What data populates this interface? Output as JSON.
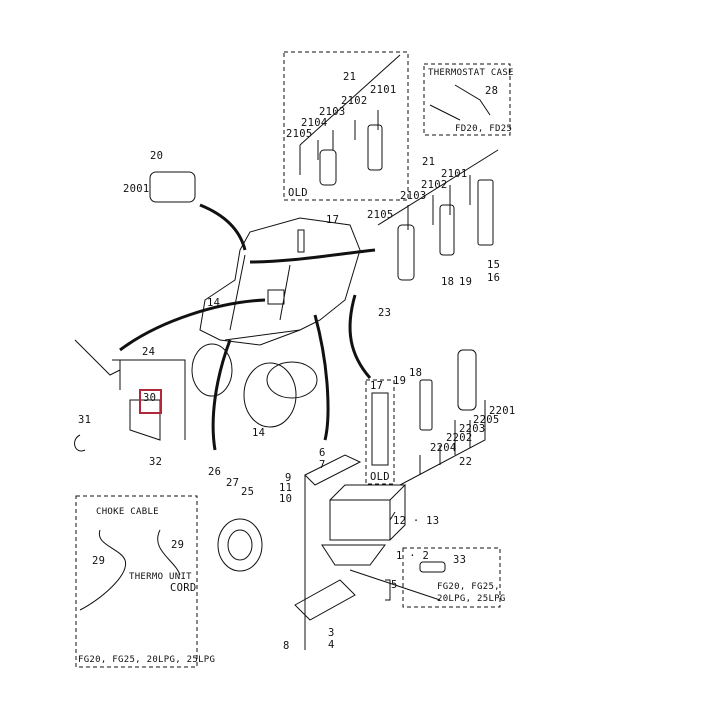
{
  "title": "Electrical parts exploded diagram",
  "highlight": {
    "part": "30",
    "color": "#b0283a"
  },
  "labels": [
    {
      "id": "20",
      "text": "20"
    },
    {
      "id": "2001",
      "text": "2001"
    },
    {
      "id": "21-old",
      "text": "21"
    },
    {
      "id": "2101-old",
      "text": "2101"
    },
    {
      "id": "2102-old",
      "text": "2102"
    },
    {
      "id": "2103-old",
      "text": "2103"
    },
    {
      "id": "2104-old",
      "text": "2104"
    },
    {
      "id": "2105-old",
      "text": "2105"
    },
    {
      "id": "old-lamp",
      "text": "OLD"
    },
    {
      "id": "thermostat-case",
      "text": "THERMOSTAT CASE"
    },
    {
      "id": "28",
      "text": "28"
    },
    {
      "id": "fd",
      "text": "FD20, FD25"
    },
    {
      "id": "21",
      "text": "21"
    },
    {
      "id": "2101",
      "text": "2101"
    },
    {
      "id": "2102",
      "text": "2102"
    },
    {
      "id": "2103",
      "text": "2103"
    },
    {
      "id": "2105",
      "text": "2105"
    },
    {
      "id": "15",
      "text": "15"
    },
    {
      "id": "16",
      "text": "16"
    },
    {
      "id": "18a",
      "text": "18"
    },
    {
      "id": "19a",
      "text": "19"
    },
    {
      "id": "17a",
      "text": "17"
    },
    {
      "id": "14a",
      "text": "14"
    },
    {
      "id": "23",
      "text": "23"
    },
    {
      "id": "14b",
      "text": "14"
    },
    {
      "id": "24",
      "text": "24"
    },
    {
      "id": "30",
      "text": "30"
    },
    {
      "id": "31",
      "text": "31"
    },
    {
      "id": "32",
      "text": "32"
    },
    {
      "id": "17b",
      "text": "17"
    },
    {
      "id": "old-17",
      "text": "OLD"
    },
    {
      "id": "19b",
      "text": "19"
    },
    {
      "id": "18b",
      "text": "18"
    },
    {
      "id": "2201",
      "text": "2201"
    },
    {
      "id": "2205",
      "text": "2205"
    },
    {
      "id": "2203",
      "text": "2203"
    },
    {
      "id": "2202",
      "text": "2202"
    },
    {
      "id": "2204",
      "text": "2204"
    },
    {
      "id": "22",
      "text": "22"
    },
    {
      "id": "26",
      "text": "26"
    },
    {
      "id": "27",
      "text": "27"
    },
    {
      "id": "25",
      "text": "25"
    },
    {
      "id": "6",
      "text": "6"
    },
    {
      "id": "7",
      "text": "7"
    },
    {
      "id": "9",
      "text": "9"
    },
    {
      "id": "11",
      "text": "11"
    },
    {
      "id": "10",
      "text": "10"
    },
    {
      "id": "12-13",
      "text": "12 · 13"
    },
    {
      "id": "1-2",
      "text": "1 · 2"
    },
    {
      "id": "33",
      "text": "33"
    },
    {
      "id": "fg-a",
      "text": "FG20, FG25,"
    },
    {
      "id": "fg-b",
      "text": "20LPG, 25LPG"
    },
    {
      "id": "5",
      "text": "5"
    },
    {
      "id": "3",
      "text": "3"
    },
    {
      "id": "4",
      "text": "4"
    },
    {
      "id": "8",
      "text": "8"
    },
    {
      "id": "choke-cable",
      "text": "CHOKE CABLE"
    },
    {
      "id": "29a",
      "text": "29"
    },
    {
      "id": "29b",
      "text": "29"
    },
    {
      "id": "thermo-unit",
      "text": "THERMO UNIT"
    },
    {
      "id": "cord",
      "text": "CORD"
    },
    {
      "id": "fg-models",
      "text": "FG20, FG25, 20LPG, 25LPG"
    }
  ]
}
